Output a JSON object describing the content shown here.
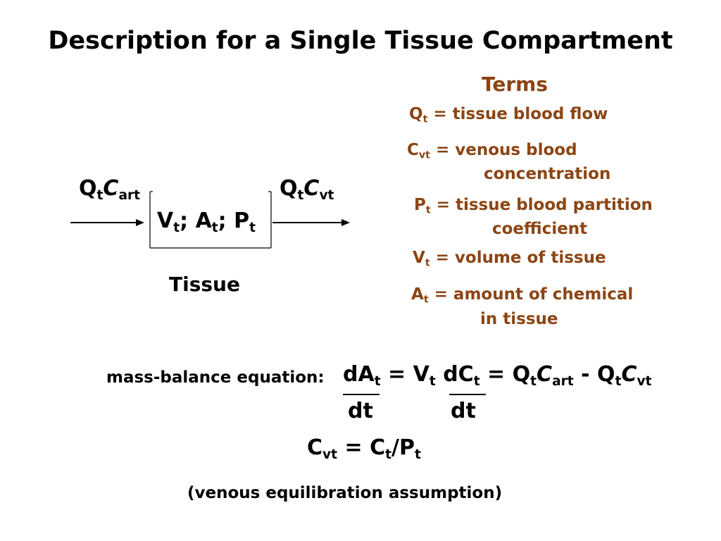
{
  "title": "Description for a Single Tissue Compartment",
  "colors": {
    "term_color": "#8B4513",
    "text": "#000000"
  },
  "terms": {
    "heading": "Terms",
    "items": [
      {
        "sym": "Q",
        "sub": "t",
        "def": "= tissue blood flow",
        "def2": ""
      },
      {
        "sym": "C",
        "sub": "vt",
        "def": "= venous blood",
        "def2": "concentration"
      },
      {
        "sym": "P",
        "sub": "t",
        "def": "= tissue blood partition",
        "def2": "coefficient"
      },
      {
        "sym": "V",
        "sub": "t",
        "def": "= volume of tissue",
        "def2": ""
      },
      {
        "sym": "A",
        "sub": "t",
        "def": "= amount of chemical",
        "def2": "in tissue"
      }
    ]
  },
  "diagram": {
    "in_Q": "Q",
    "in_Q_sub": "t",
    "in_C": "C",
    "in_C_sub": "art",
    "out_Q": "Q",
    "out_Q_sub": "t",
    "out_C": "C",
    "out_C_sub": "vt",
    "box_V": "V",
    "box_A": "A",
    "box_P": "P",
    "box_sub": "t",
    "box_sep": ";",
    "caption": "Tissue"
  },
  "equation": {
    "label": "mass-balance equation:",
    "num1": "dA",
    "num1_sub": "t",
    "eq1": "=",
    "v": "V",
    "v_sub": "t",
    "num2": "dC",
    "num2_sub": "t",
    "eq2": "=",
    "q1": "Q",
    "q1_sub": "t",
    "c1": "C",
    "c1_sub": "art",
    "minus": "-",
    "q2": "Q",
    "q2_sub": "t",
    "c2": "C",
    "c2_sub": "vt",
    "den1": "dt",
    "den2": "dt"
  },
  "equilibrium": {
    "c": "C",
    "c_sub": "vt",
    "eq": "=",
    "ct": "C",
    "ct_sub": "t",
    "slash": "/",
    "p": "P",
    "p_sub": "t",
    "note": "(venous equilibration assumption)"
  }
}
